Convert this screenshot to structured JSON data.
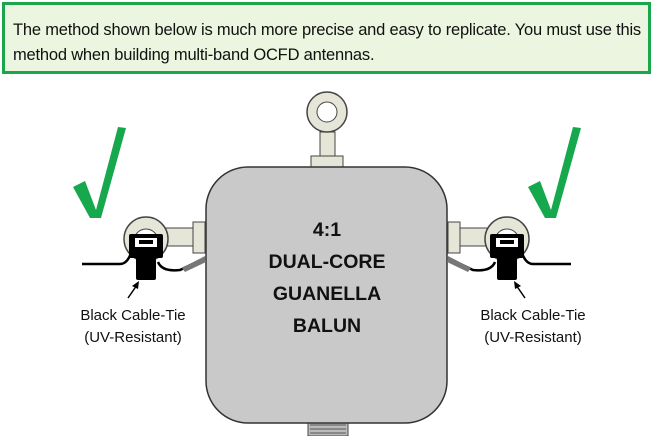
{
  "note": {
    "text": "The method shown below is much more precise and easy to replicate.  You must use this method when building multi-band OCFD antennas."
  },
  "balun": {
    "lines": [
      "4:1",
      "DUAL-CORE",
      "GUANELLA",
      "BALUN"
    ]
  },
  "left_label": {
    "line1": "Black Cable-Tie",
    "line2": "(UV-Resistant)"
  },
  "right_label": {
    "line1": "Black Cable-Tie",
    "line2": "(UV-Resistant)"
  },
  "colors": {
    "check": "#16a84c",
    "border": "#1aa64a",
    "note_bg": "#ebf5df",
    "balun": "#c9c9c9"
  }
}
